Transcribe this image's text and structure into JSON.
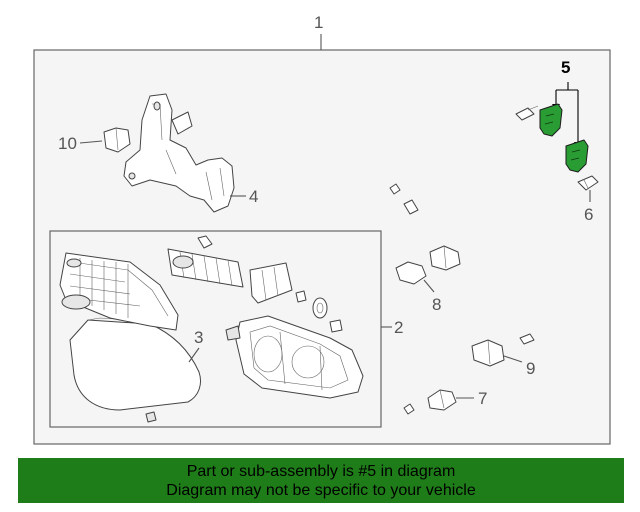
{
  "diagram": {
    "callouts": [
      "1",
      "2",
      "3",
      "4",
      "5",
      "6",
      "7",
      "8",
      "9",
      "10"
    ],
    "highlight_color": "#2a9c34"
  },
  "banner": {
    "line1": "Part or sub-assembly is #5 in diagram",
    "line2": "Diagram may not be specific to your vehicle",
    "background": "#1f7d19"
  }
}
